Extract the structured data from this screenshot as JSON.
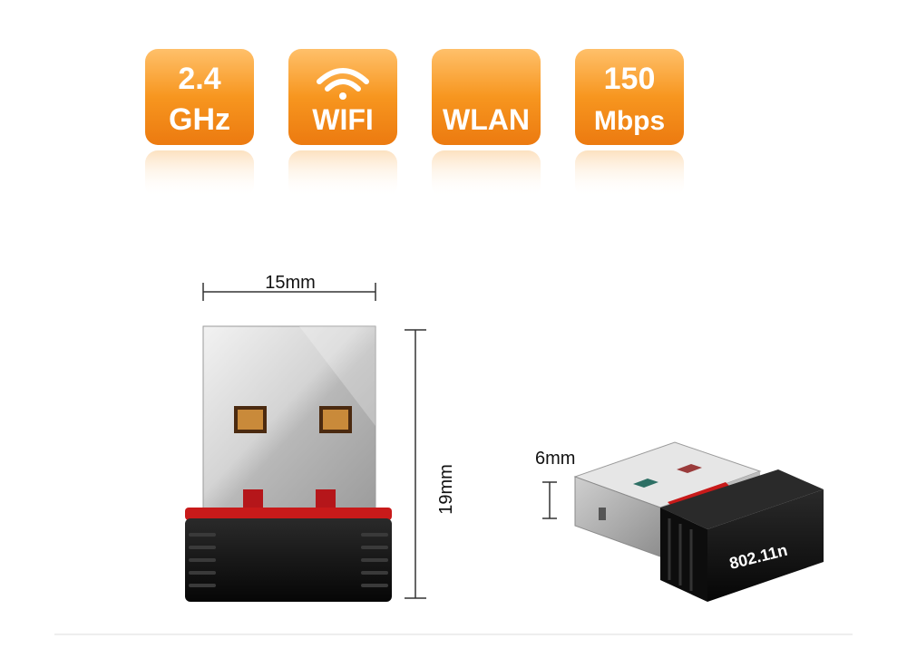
{
  "badges": [
    {
      "line1": "2.4",
      "line2": "GHz",
      "icon": "none"
    },
    {
      "line1": "",
      "line2": "WIFI",
      "icon": "wifi-icon"
    },
    {
      "line1": "",
      "line2": "WLAN",
      "icon": "none"
    },
    {
      "line1": "150",
      "line2": "Mbps",
      "icon": "none"
    }
  ],
  "colors": {
    "badge_top": "#ffb04a",
    "badge_bottom": "#ee7d12",
    "adapter_body": "#111111",
    "adapter_stripe": "#c81a1a",
    "usb_metal": "#d9d9d9"
  },
  "dimensions": {
    "width": "15mm",
    "height": "19mm",
    "thickness": "6mm"
  },
  "adapter": {
    "label": "802.11n"
  }
}
